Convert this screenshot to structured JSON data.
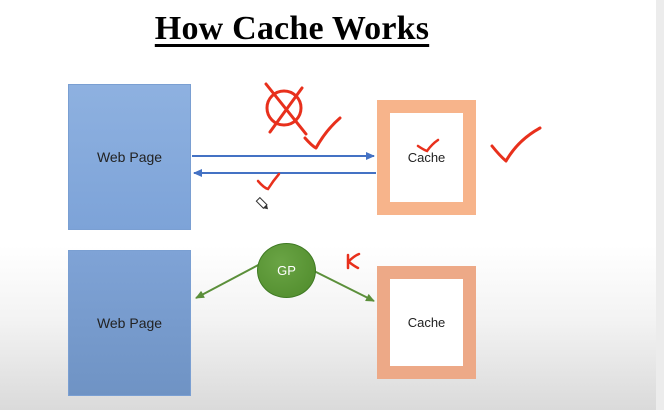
{
  "title": "How Cache Works",
  "diagram": {
    "top_row": {
      "webpage_label": "Web Page",
      "cache_label": "Cache"
    },
    "bottom_row": {
      "webpage_label": "Web Page",
      "gp_label": "GP",
      "cache_label": "Cache"
    }
  },
  "colors": {
    "webpage_blue": "#8eb1e0",
    "cache_orange": "#f7b48b",
    "arrow_blue": "#4472c4",
    "arrow_green": "#5b8f3a",
    "gp_green": "#5a9a36",
    "annotation_red": "#e8301c"
  },
  "annotations": {
    "letter": "K"
  }
}
